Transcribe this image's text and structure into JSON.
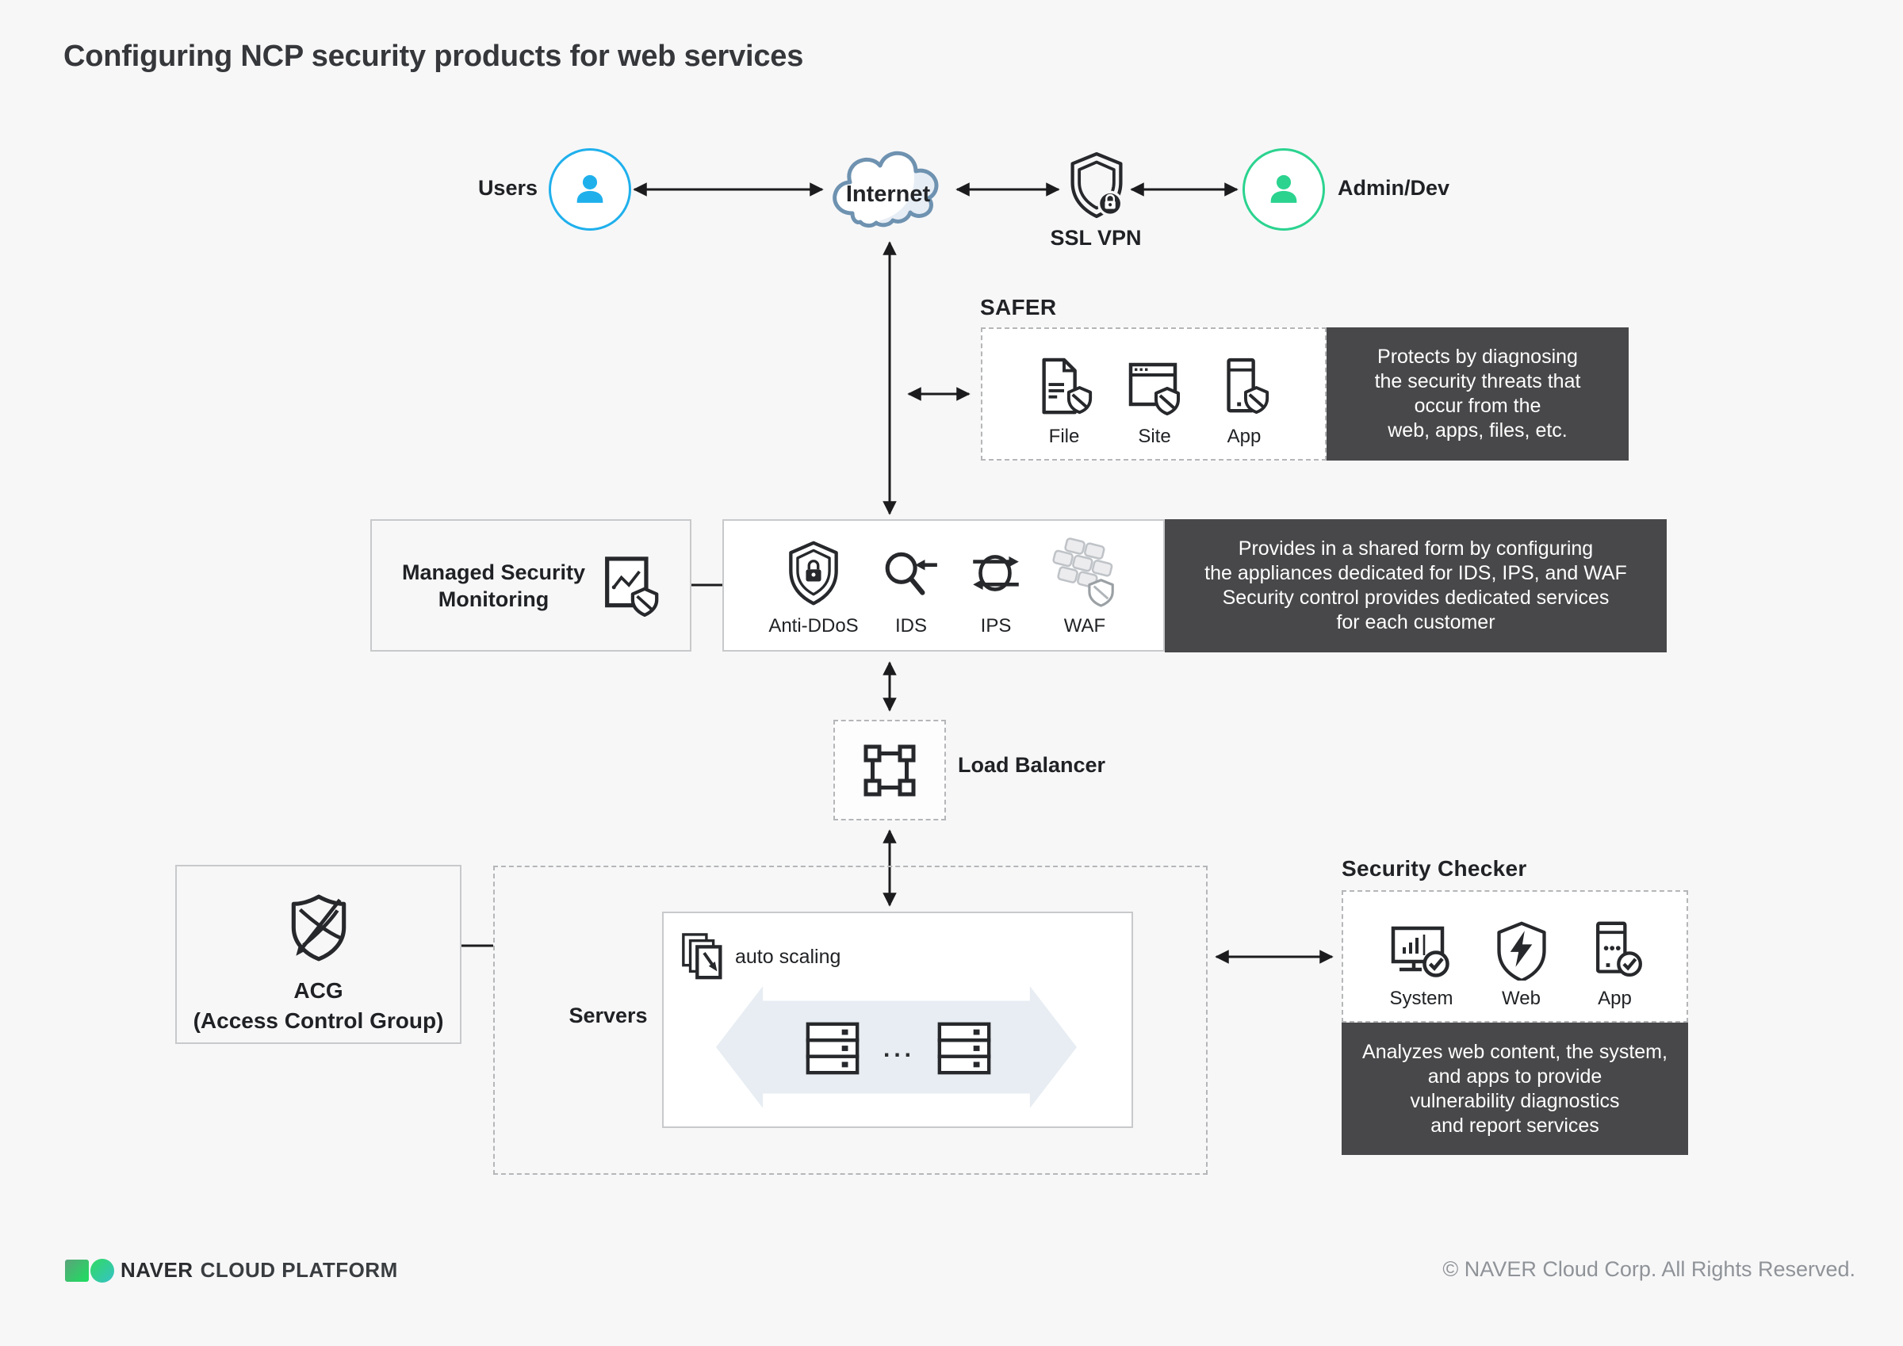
{
  "title": "Configuring NCP security products for web services",
  "top_row": {
    "users_label": "Users",
    "internet_label": "Internet",
    "ssl_vpn_label": "SSL VPN",
    "admin_label": "Admin/Dev"
  },
  "safer": {
    "title": "SAFER",
    "items": [
      {
        "label": "File",
        "icon": "file-shield-icon"
      },
      {
        "label": "Site",
        "icon": "site-shield-icon"
      },
      {
        "label": "App",
        "icon": "app-shield-icon"
      }
    ],
    "description": "Protects by diagnosing\nthe security threats that\noccur from the\nweb, apps, files, etc."
  },
  "managed_security": {
    "label": "Managed Security\nMonitoring"
  },
  "security_services": {
    "items": [
      {
        "label": "Anti-DDoS",
        "icon": "anti-ddos-icon"
      },
      {
        "label": "IDS",
        "icon": "ids-icon"
      },
      {
        "label": "IPS",
        "icon": "ips-icon"
      },
      {
        "label": "WAF",
        "icon": "waf-icon"
      }
    ],
    "description": "Provides in a shared form by configuring\nthe appliances dedicated for IDS, IPS, and WAF\nSecurity control provides dedicated services\nfor each customer"
  },
  "load_balancer": {
    "label": "Load Balancer"
  },
  "acg": {
    "name": "ACG",
    "full_name": "(Access Control Group)"
  },
  "servers": {
    "label": "Servers",
    "auto_scaling_label": "auto scaling",
    "ellipsis": "..."
  },
  "security_checker": {
    "title": "Security Checker",
    "items": [
      {
        "label": "System",
        "icon": "system-check-icon"
      },
      {
        "label": "Web",
        "icon": "web-shield-icon"
      },
      {
        "label": "App",
        "icon": "app-check-icon"
      }
    ],
    "description": "Analyzes web content, the system,\nand apps to provide\nvulnerability diagnostics\nand report services"
  },
  "footer": {
    "brand_primary": "NAVER",
    "brand_secondary": "CLOUD PLATFORM",
    "copyright": "© NAVER Cloud Corp. All Rights Reserved."
  },
  "colors": {
    "background": "#f7f7f8",
    "dark_panel": "#48484a",
    "users_blue": "#1fb0ec",
    "admin_green": "#2bd38f",
    "cloud_stroke": "#6e92b0",
    "cloud_shade": "#e7edf5",
    "arrow_black": "#1c1c1e",
    "light_arrow": "#e7edf2"
  }
}
